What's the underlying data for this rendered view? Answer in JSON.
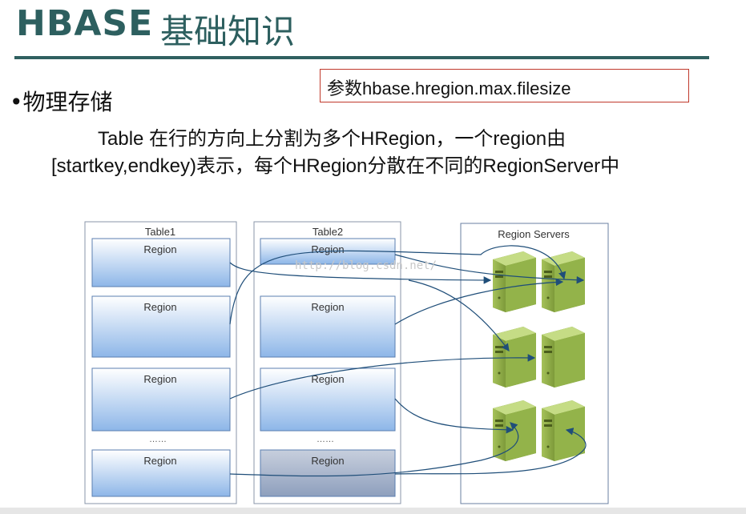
{
  "title": {
    "en": "HBASE",
    "cn": "基础知识"
  },
  "param_box": "参数hbase.hregion.max.filesize",
  "bullet": "•物理存储",
  "description": {
    "line1": "Table 在行的方向上分割为多个HRegion，一个region由",
    "line2": "[startkey,endkey)表示，每个HRegion分散在不同的RegionServer中"
  },
  "diagram": {
    "table1": {
      "title": "Table1",
      "regions": [
        "Region",
        "Region",
        "Region",
        "Region"
      ],
      "ellipsis": "……"
    },
    "table2": {
      "title": "Table2",
      "regions": [
        "Region",
        "Region",
        "Region",
        "Region"
      ],
      "ellipsis": "……"
    },
    "region_servers": {
      "title": "Region Servers",
      "server_count": 6
    },
    "watermark": "http://blog.csdn.net/"
  },
  "colors": {
    "title": "#2d5f5f",
    "rule": "#2f6060",
    "param_border": "#c0392b",
    "region_top": "#ffffff",
    "region_bottom": "#8db6e8",
    "region_highlight": "#9aa9c4",
    "arrow": "#1f4e79",
    "server_green": "#8fb04a"
  }
}
